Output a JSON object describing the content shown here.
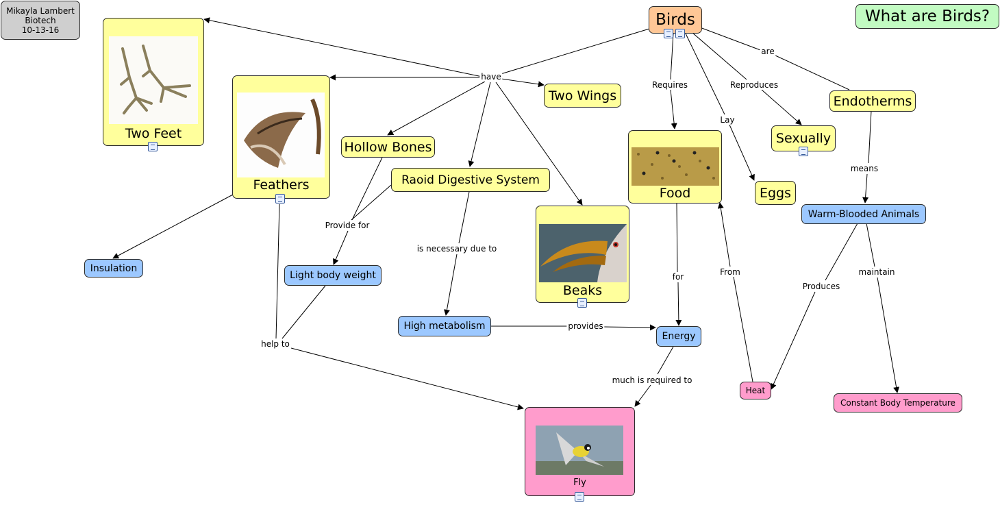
{
  "author": {
    "name": "Mikayla Lambert",
    "class": "Biotech",
    "date": "10-13-16"
  },
  "title": "What are Birds?",
  "concepts": {
    "birds": "Birds",
    "two_feet": "Two Feet",
    "feathers": "Feathers",
    "two_wings": "Two Wings",
    "hollow_bones": "Hollow Bones",
    "digestive": "Raoid Digestive System",
    "beaks": "Beaks",
    "food": "Food",
    "eggs": "Eggs",
    "sexually": "Sexually",
    "endotherms": "Endotherms",
    "warm_blooded": "Warm-Blooded Animals",
    "insulation": "Insulation",
    "light_body": "Light body weight",
    "high_metabolism": "High metabolism",
    "energy": "Energy",
    "heat": "Heat",
    "constant_temp": "Constant Body Temperature",
    "fly": "Fly"
  },
  "links": {
    "have": "have",
    "requires": "Requires",
    "reproduces": "Reproduces",
    "are": "are",
    "lay": "Lay",
    "means": "means",
    "provide_for": "Provide for",
    "necessary": "is necessary due to",
    "for": "for",
    "from": "From",
    "produces": "Produces",
    "maintain": "maintain",
    "provides": "provides",
    "help_to": "help to",
    "required": "much is required to"
  },
  "colors": {
    "yellow": "#ffff9c",
    "blue": "#9cc8ff",
    "pink": "#ff9ccc",
    "orange": "#ffc796",
    "green": "#c2fbc2",
    "grey": "#cfcfcf"
  },
  "icons": [
    "resource-document-icon",
    "resource-link-icon"
  ]
}
